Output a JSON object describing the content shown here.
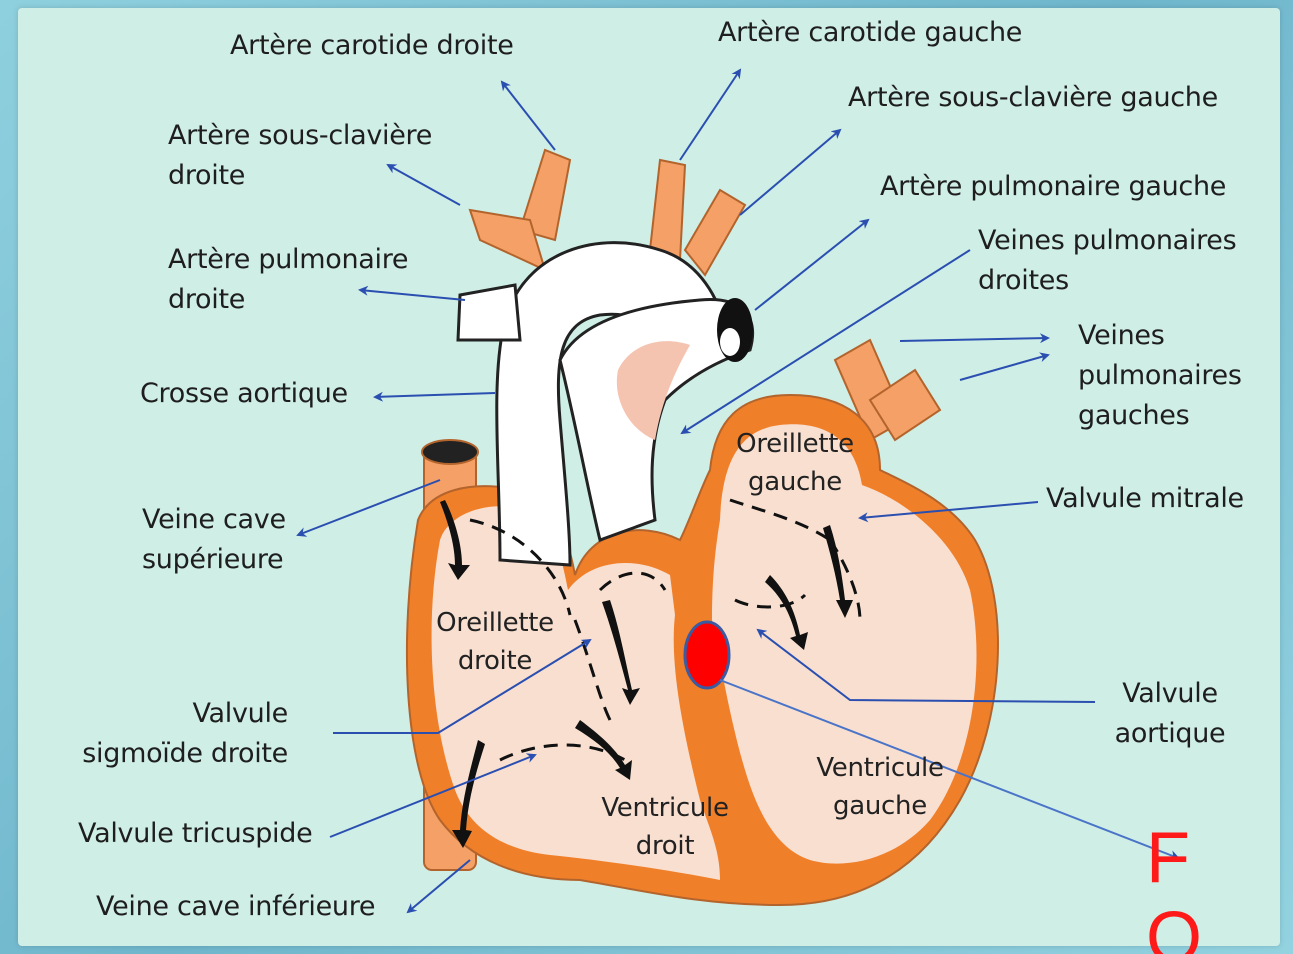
{
  "labels": {
    "carotide_droite": "Artère carotide droite",
    "carotide_gauche": "Artère carotide gauche",
    "sous_claviere_gauche": "Artère sous-clavière gauche",
    "sous_claviere_droite": "Artère sous-clavière droite",
    "pulmonaire_gauche": "Artère pulmonaire gauche",
    "veines_pulm_droites": "Veines pulmonaires droites",
    "pulmonaire_droite": "Artère pulmonaire droite",
    "veines_pulm_gauches": "Veines pulmonaires gauches",
    "crosse_aortique": "Crosse aortique",
    "valvule_mitrale": "Valvule mitrale",
    "veine_cave_sup": "Veine cave supérieure",
    "oreillette_gauche": "Oreillette gauche",
    "oreillette_droite": "Oreillette droite",
    "valvule_aortique": "Valvule aortique",
    "valvule_sigmoide": "Valvule sigmoïde droite",
    "ventricule_gauche": "Ventricule gauche",
    "ventricule_droit": "Ventricule droit",
    "valvule_tricuspide": "Valvule tricuspide",
    "veine_cave_inf": "Veine cave inférieure",
    "fo": "F O"
  },
  "colors": {
    "background": "#cfeee6",
    "heart_wall": "#f07f2a",
    "vessel": "#f4a066",
    "chamber": "#f8dfd0",
    "arrow": "#2a4fb0",
    "marker": "#ff0000",
    "fo_text": "#ff1a1a"
  }
}
